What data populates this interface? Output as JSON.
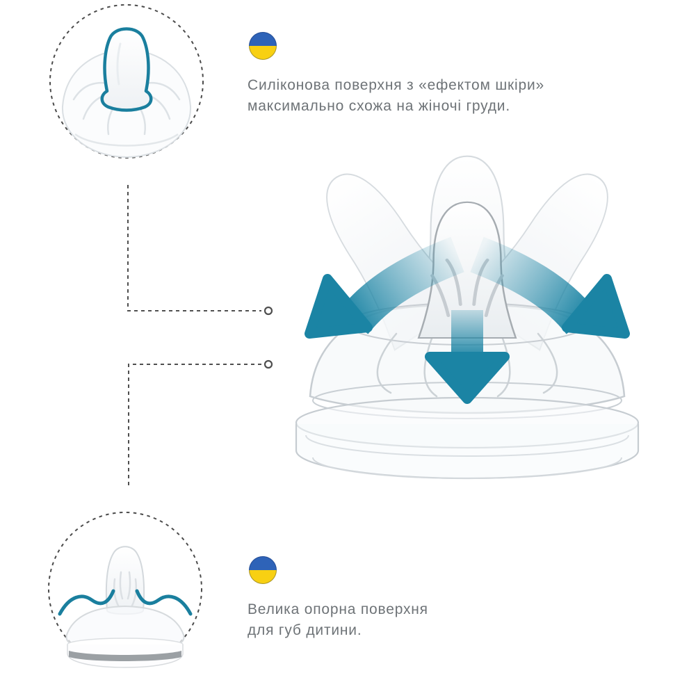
{
  "page": {
    "type": "product-infographic",
    "subject": "silicone-bottle-nipple",
    "background": "#ffffff"
  },
  "features": [
    {
      "id": "skin-effect-surface",
      "icon": "ukraine-flag-icon",
      "callout_illustration": "nipple-top-view-with-teal-outline",
      "lines": [
        "Силіконова поверхня з «ефектом шкіри»",
        "максимально схожа на жіночі груди."
      ]
    },
    {
      "id": "support-surface",
      "icon": "ukraine-flag-icon",
      "callout_illustration": "nipple-side-view-with-teal-support-curves",
      "lines": [
        "Велика опорна поверхня",
        "для губ дитини."
      ]
    }
  ],
  "main_illustration": {
    "description": "bottle-nipple-flexing-in-multiple-directions",
    "arrow_directions": [
      "down-left",
      "down",
      "down-right"
    ]
  },
  "colors": {
    "accent_teal": "#1b84a4",
    "flag_blue": "#2e63b8",
    "flag_yellow": "#f8d012",
    "text_gray": "#6e7377",
    "connector_gray": "#4f4f4f"
  }
}
